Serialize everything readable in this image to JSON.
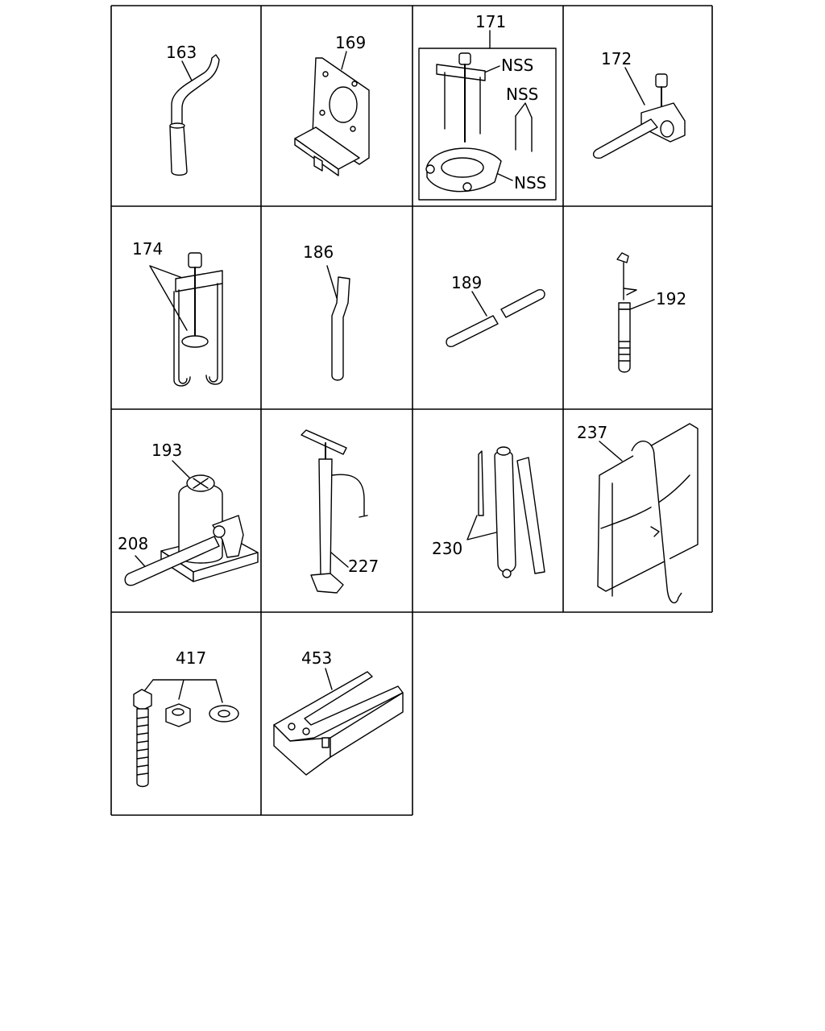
{
  "cells": [
    {
      "id": "163",
      "label": "163"
    },
    {
      "id": "169",
      "label": "169"
    },
    {
      "id": "171",
      "label": "171",
      "sub_labels": [
        "NSS",
        "NSS",
        "NSS"
      ]
    },
    {
      "id": "172",
      "label": "172"
    },
    {
      "id": "174",
      "label": "174"
    },
    {
      "id": "186",
      "label": "186"
    },
    {
      "id": "189",
      "label": "189"
    },
    {
      "id": "192",
      "label": "192"
    },
    {
      "id": "193",
      "label": "193",
      "secondary_label": "208"
    },
    {
      "id": "227",
      "label": "227"
    },
    {
      "id": "230",
      "label": "230"
    },
    {
      "id": "237",
      "label": "237"
    },
    {
      "id": "417",
      "label": "417"
    },
    {
      "id": "453",
      "label": "453"
    }
  ]
}
